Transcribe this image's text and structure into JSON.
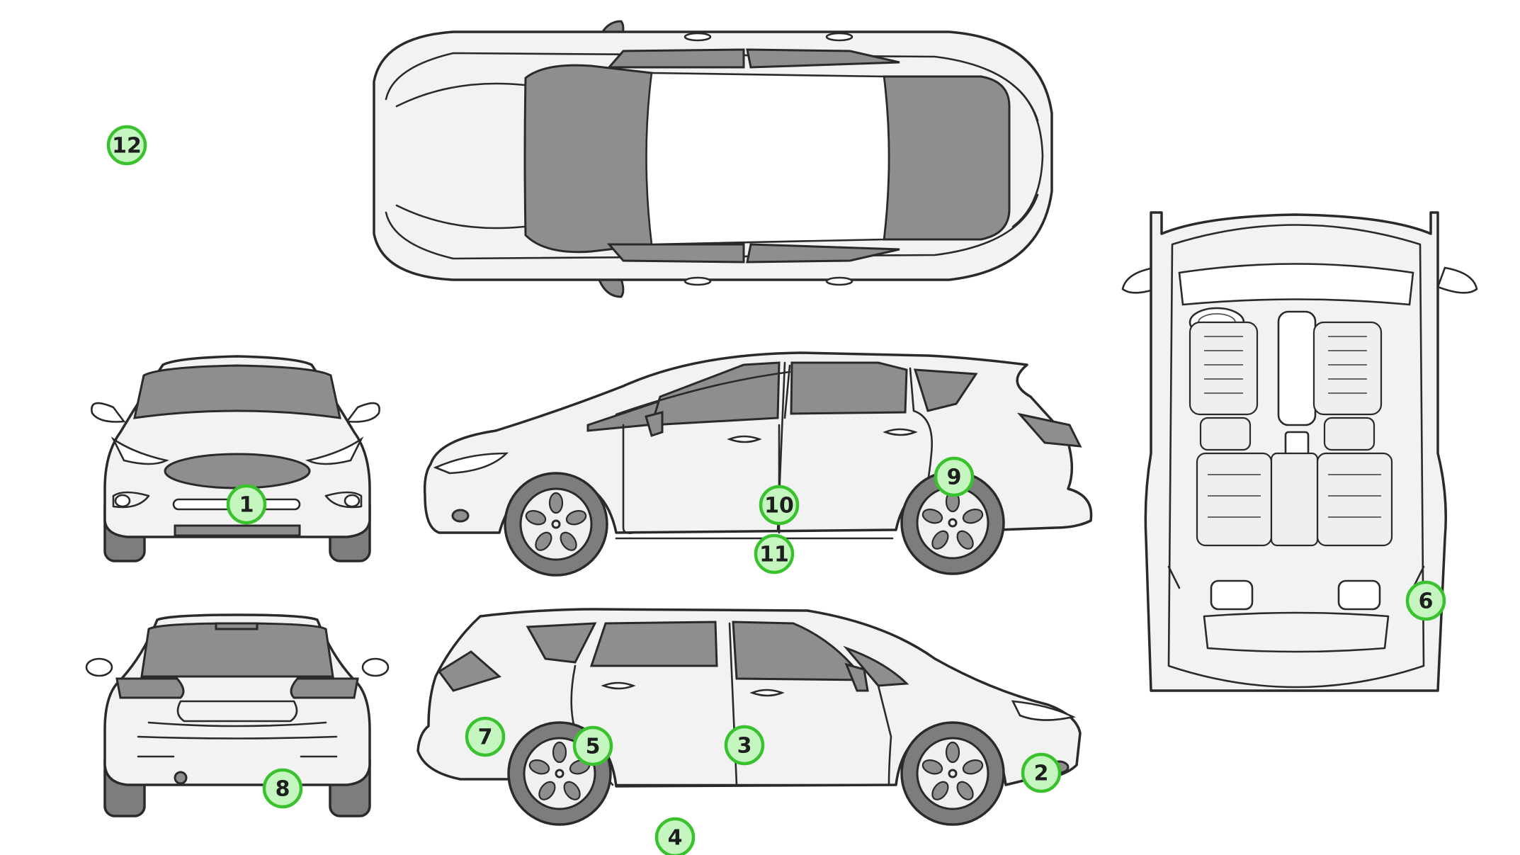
{
  "diagram": {
    "views": [
      "top-view",
      "front-view",
      "rear-view",
      "right-side-view",
      "left-side-view",
      "interior-view"
    ],
    "colors": {
      "body": "#f2f2f2",
      "glass": "#8e8e8e",
      "outline": "#2a2a2a",
      "marker_fill": "#c6f6c0",
      "marker_stroke": "#39c22d"
    },
    "markers": [
      {
        "id": "marker-1",
        "label": "1"
      },
      {
        "id": "marker-2",
        "label": "2"
      },
      {
        "id": "marker-3",
        "label": "3"
      },
      {
        "id": "marker-4",
        "label": "4"
      },
      {
        "id": "marker-5",
        "label": "5"
      },
      {
        "id": "marker-6",
        "label": "6"
      },
      {
        "id": "marker-7",
        "label": "7"
      },
      {
        "id": "marker-8",
        "label": "8"
      },
      {
        "id": "marker-9",
        "label": "9"
      },
      {
        "id": "marker-10",
        "label": "10"
      },
      {
        "id": "marker-11",
        "label": "11"
      },
      {
        "id": "marker-12",
        "label": "12"
      }
    ]
  }
}
